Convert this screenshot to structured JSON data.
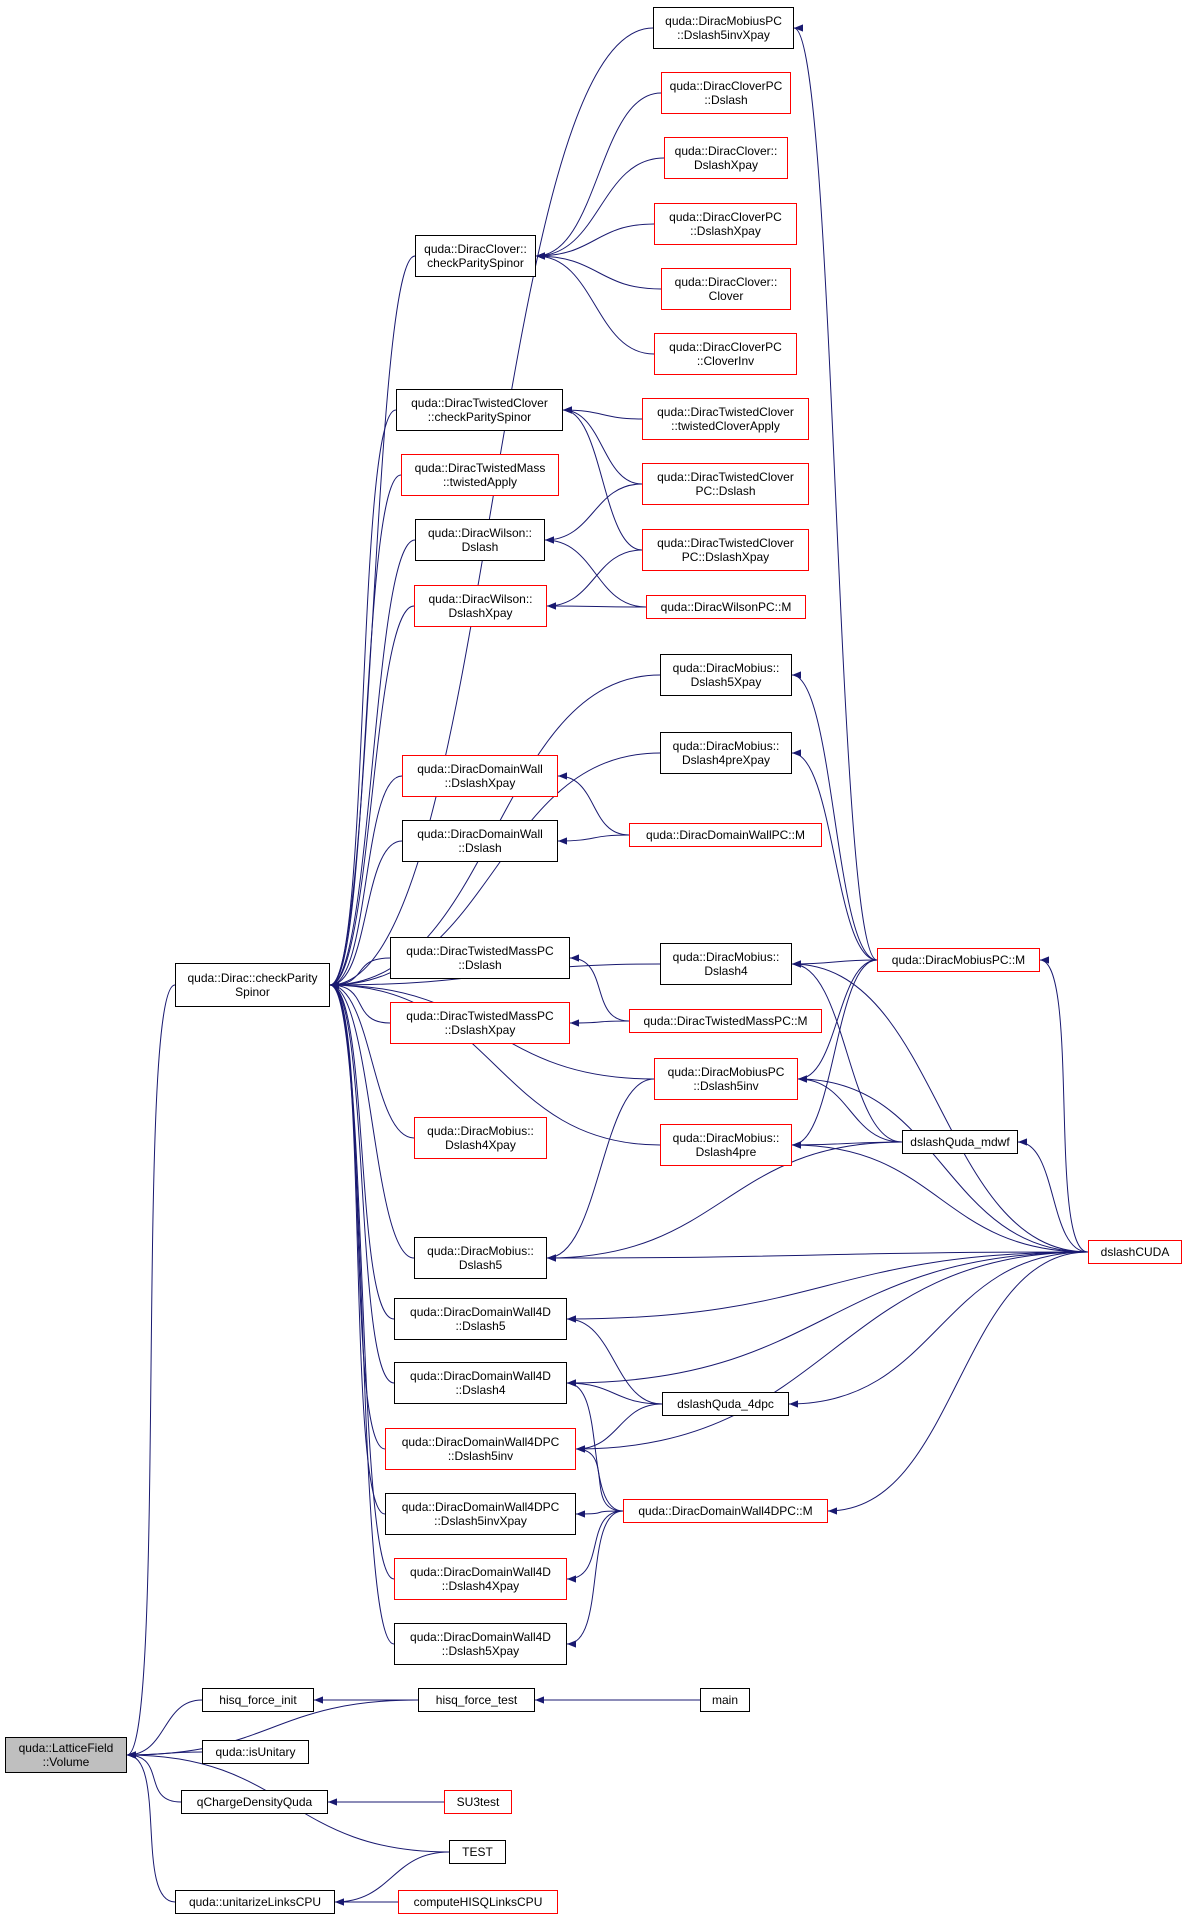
{
  "colors": {
    "edge": "#191970",
    "node_border": "#000000",
    "red_border": "#ff0000",
    "root_fill": "#bfbfbf"
  },
  "nodes": [
    {
      "id": "root",
      "label": "quda::LatticeField\n::Volume",
      "style": "root"
    },
    {
      "id": "checkParity",
      "label": "quda::Dirac::checkParity\nSpinor",
      "style": "black"
    },
    {
      "id": "hisqInit",
      "label": "hisq_force_init",
      "style": "black"
    },
    {
      "id": "isUnitary",
      "label": "quda::isUnitary",
      "style": "black"
    },
    {
      "id": "qCharge",
      "label": "qChargeDensityQuda",
      "style": "black"
    },
    {
      "id": "unitarize",
      "label": "quda::unitarizeLinksCPU",
      "style": "black"
    },
    {
      "id": "hisqTest",
      "label": "hisq_force_test",
      "style": "black"
    },
    {
      "id": "main",
      "label": "main",
      "style": "black"
    },
    {
      "id": "su3test",
      "label": "SU3test",
      "style": "red"
    },
    {
      "id": "TEST",
      "label": "TEST",
      "style": "black"
    },
    {
      "id": "computeHISQ",
      "label": "computeHISQLinksCPU",
      "style": "red"
    },
    {
      "id": "mobPCd5invXpay",
      "label": "quda::DiracMobiusPC\n::Dslash5invXpay",
      "style": "black"
    },
    {
      "id": "clovPCdslash",
      "label": "quda::DiracCloverPC\n::Dslash",
      "style": "red"
    },
    {
      "id": "clovDXpay",
      "label": "quda::DiracClover::\nDslashXpay",
      "style": "red"
    },
    {
      "id": "clovCPS",
      "label": "quda::DiracClover::\ncheckParitySpinor",
      "style": "black"
    },
    {
      "id": "clovPCDXpay",
      "label": "quda::DiracCloverPC\n::DslashXpay",
      "style": "red"
    },
    {
      "id": "clovClover",
      "label": "quda::DiracClover::\nClover",
      "style": "red"
    },
    {
      "id": "clovPCInv",
      "label": "quda::DiracCloverPC\n::CloverInv",
      "style": "red"
    },
    {
      "id": "tcCPS",
      "label": "quda::DiracTwistedClover\n::checkParitySpinor",
      "style": "black"
    },
    {
      "id": "tcApply",
      "label": "quda::DiracTwistedClover\n::twistedCloverApply",
      "style": "red"
    },
    {
      "id": "tmApply",
      "label": "quda::DiracTwistedMass\n::twistedApply",
      "style": "red"
    },
    {
      "id": "tcPCdslash",
      "label": "quda::DiracTwistedClover\nPC::Dslash",
      "style": "red"
    },
    {
      "id": "wDslash",
      "label": "quda::DiracWilson::\nDslash",
      "style": "black"
    },
    {
      "id": "tcPCDXpay",
      "label": "quda::DiracTwistedClover\nPC::DslashXpay",
      "style": "red"
    },
    {
      "id": "wDXpay",
      "label": "quda::DiracWilson::\nDslashXpay",
      "style": "red"
    },
    {
      "id": "wPCM",
      "label": "quda::DiracWilsonPC::M",
      "style": "red"
    },
    {
      "id": "mobD5Xpay",
      "label": "quda::DiracMobius::\nDslash5Xpay",
      "style": "black"
    },
    {
      "id": "mobD4preXpay",
      "label": "quda::DiracMobius::\nDslash4preXpay",
      "style": "black"
    },
    {
      "id": "dwDXpay",
      "label": "quda::DiracDomainWall\n::DslashXpay",
      "style": "red"
    },
    {
      "id": "dwDslash",
      "label": "quda::DiracDomainWall\n::Dslash",
      "style": "black"
    },
    {
      "id": "dwPCM",
      "label": "quda::DiracDomainWallPC::M",
      "style": "red"
    },
    {
      "id": "tmPCdslash",
      "label": "quda::DiracTwistedMassPC\n::Dslash",
      "style": "black"
    },
    {
      "id": "mobD4",
      "label": "quda::DiracMobius::\nDslash4",
      "style": "black"
    },
    {
      "id": "mobPCM",
      "label": "quda::DiracMobiusPC::M",
      "style": "red"
    },
    {
      "id": "tmPCDXpay",
      "label": "quda::DiracTwistedMassPC\n::DslashXpay",
      "style": "red"
    },
    {
      "id": "tmPCM",
      "label": "quda::DiracTwistedMassPC::M",
      "style": "red"
    },
    {
      "id": "mobPCd5inv",
      "label": "quda::DiracMobiusPC\n::Dslash5inv",
      "style": "red"
    },
    {
      "id": "mobD4Xpay",
      "label": "quda::DiracMobius::\nDslash4Xpay",
      "style": "red"
    },
    {
      "id": "mobD4pre",
      "label": "quda::DiracMobius::\nDslash4pre",
      "style": "red"
    },
    {
      "id": "mdwf",
      "label": "dslashQuda_mdwf",
      "style": "black"
    },
    {
      "id": "dslashCUDA",
      "label": "dslashCUDA",
      "style": "red"
    },
    {
      "id": "mobD5",
      "label": "quda::DiracMobius::\nDslash5",
      "style": "black"
    },
    {
      "id": "dw4dD5",
      "label": "quda::DiracDomainWall4D\n::Dslash5",
      "style": "black"
    },
    {
      "id": "dw4dD4",
      "label": "quda::DiracDomainWall4D\n::Dslash4",
      "style": "black"
    },
    {
      "id": "dq4dpc",
      "label": "dslashQuda_4dpc",
      "style": "black"
    },
    {
      "id": "dw4dpcD5inv",
      "label": "quda::DiracDomainWall4DPC\n::Dslash5inv",
      "style": "red"
    },
    {
      "id": "dw4dpcD5invXpay",
      "label": "quda::DiracDomainWall4DPC\n::Dslash5invXpay",
      "style": "black"
    },
    {
      "id": "dw4dpcM",
      "label": "quda::DiracDomainWall4DPC::M",
      "style": "red"
    },
    {
      "id": "dw4dD4Xpay",
      "label": "quda::DiracDomainWall4D\n::Dslash4Xpay",
      "style": "red"
    },
    {
      "id": "dw4dD5Xpay",
      "label": "quda::DiracDomainWall4D\n::Dslash5Xpay",
      "style": "black"
    }
  ],
  "edges": [
    [
      "checkParity",
      "root"
    ],
    [
      "hisqInit",
      "root"
    ],
    [
      "isUnitary",
      "root"
    ],
    [
      "qCharge",
      "root"
    ],
    [
      "unitarize",
      "root"
    ],
    [
      "hisqTest",
      "root"
    ],
    [
      "TEST",
      "root"
    ],
    [
      "hisqTest",
      "hisqInit"
    ],
    [
      "main",
      "hisqTest"
    ],
    [
      "su3test",
      "qCharge"
    ],
    [
      "TEST",
      "unitarize"
    ],
    [
      "computeHISQ",
      "unitarize"
    ],
    [
      "mobPCd5invXpay",
      "checkParity"
    ],
    [
      "clovCPS",
      "checkParity"
    ],
    [
      "tcCPS",
      "checkParity"
    ],
    [
      "tmApply",
      "checkParity"
    ],
    [
      "wDslash",
      "checkParity"
    ],
    [
      "wDXpay",
      "checkParity"
    ],
    [
      "mobD5Xpay",
      "checkParity"
    ],
    [
      "mobD4preXpay",
      "checkParity"
    ],
    [
      "dwDXpay",
      "checkParity"
    ],
    [
      "dwDslash",
      "checkParity"
    ],
    [
      "tmPCdslash",
      "checkParity"
    ],
    [
      "mobD4",
      "checkParity"
    ],
    [
      "tmPCDXpay",
      "checkParity"
    ],
    [
      "mobPCd5inv",
      "checkParity"
    ],
    [
      "mobD4Xpay",
      "checkParity"
    ],
    [
      "mobD4pre",
      "checkParity"
    ],
    [
      "mobD5",
      "checkParity"
    ],
    [
      "dw4dD5",
      "checkParity"
    ],
    [
      "dw4dD4",
      "checkParity"
    ],
    [
      "dw4dpcD5inv",
      "checkParity"
    ],
    [
      "dw4dpcD5invXpay",
      "checkParity"
    ],
    [
      "dw4dD4Xpay",
      "checkParity"
    ],
    [
      "dw4dD5Xpay",
      "checkParity"
    ],
    [
      "clovPCdslash",
      "clovCPS"
    ],
    [
      "clovDXpay",
      "clovCPS"
    ],
    [
      "clovPCDXpay",
      "clovCPS"
    ],
    [
      "clovClover",
      "clovCPS"
    ],
    [
      "clovPCInv",
      "clovCPS"
    ],
    [
      "tcApply",
      "tcCPS"
    ],
    [
      "tcPCdslash",
      "tcCPS"
    ],
    [
      "tcPCDXpay",
      "tcCPS"
    ],
    [
      "tcPCdslash",
      "wDslash"
    ],
    [
      "wPCM",
      "wDslash"
    ],
    [
      "tcPCDXpay",
      "wDXpay"
    ],
    [
      "wPCM",
      "wDXpay"
    ],
    [
      "mobPCM",
      "mobPCd5invXpay"
    ],
    [
      "mobPCM",
      "mobD5Xpay"
    ],
    [
      "mobPCM",
      "mobD4preXpay"
    ],
    [
      "dwPCM",
      "dwDXpay"
    ],
    [
      "dwPCM",
      "dwDslash"
    ],
    [
      "mobPCM",
      "mobD4"
    ],
    [
      "mdwf",
      "mobD4"
    ],
    [
      "dslashCUDA",
      "mobD4"
    ],
    [
      "tmPCM",
      "tmPCdslash"
    ],
    [
      "tmPCM",
      "tmPCDXpay"
    ],
    [
      "mobPCM",
      "mobPCd5inv"
    ],
    [
      "mdwf",
      "mobPCd5inv"
    ],
    [
      "dslashCUDA",
      "mobPCd5inv"
    ],
    [
      "mobPCM",
      "mobD4pre"
    ],
    [
      "mdwf",
      "mobD4pre"
    ],
    [
      "dslashCUDA",
      "mobD4pre"
    ],
    [
      "dslashCUDA",
      "mobPCM"
    ],
    [
      "dslashCUDA",
      "mdwf"
    ],
    [
      "mobPCd5inv",
      "mobD5"
    ],
    [
      "mdwf",
      "mobD5"
    ],
    [
      "dslashCUDA",
      "mobD5"
    ],
    [
      "dslashCUDA",
      "dw4dD5"
    ],
    [
      "dq4dpc",
      "dw4dD5"
    ],
    [
      "dslashCUDA",
      "dw4dD4"
    ],
    [
      "dq4dpc",
      "dw4dD4"
    ],
    [
      "dw4dpcM",
      "dw4dD4"
    ],
    [
      "dq4dpc",
      "dw4dpcD5inv"
    ],
    [
      "dslashCUDA",
      "dw4dpcD5inv"
    ],
    [
      "dw4dpcM",
      "dw4dpcD5inv"
    ],
    [
      "dw4dpcM",
      "dw4dpcD5invXpay"
    ],
    [
      "dw4dpcM",
      "dw4dD4Xpay"
    ],
    [
      "dw4dpcM",
      "dw4dD5Xpay"
    ],
    [
      "dslashCUDA",
      "dq4dpc"
    ],
    [
      "dslashCUDA",
      "dw4dpcM"
    ]
  ]
}
